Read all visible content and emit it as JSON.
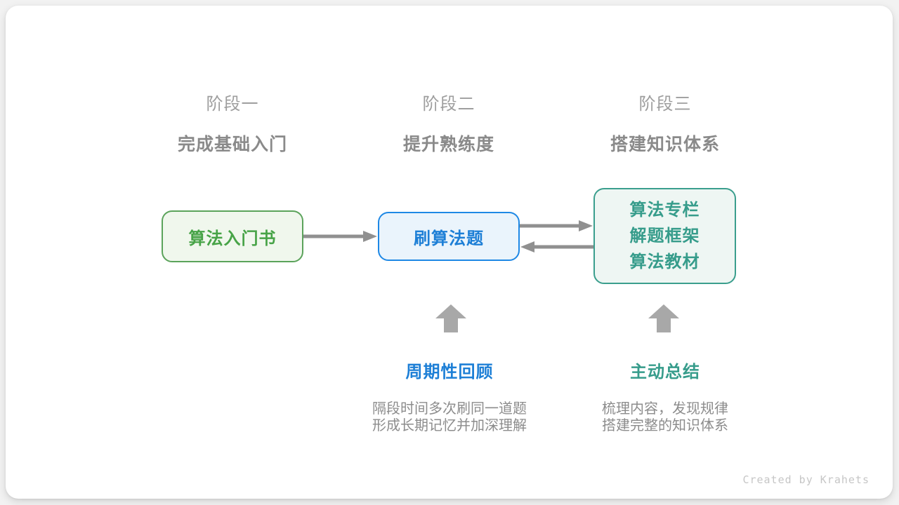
{
  "stages": [
    {
      "label": "阶段一",
      "subtitle": "完成基础入门"
    },
    {
      "label": "阶段二",
      "subtitle": "提升熟练度"
    },
    {
      "label": "阶段三",
      "subtitle": "搭建知识体系"
    }
  ],
  "nodes": [
    {
      "id": "intro-book",
      "color": "green",
      "lines": [
        "算法入门书"
      ]
    },
    {
      "id": "practice-problems",
      "color": "blue",
      "lines": [
        "刷算法题"
      ]
    },
    {
      "id": "knowledge-resources",
      "color": "teal",
      "lines": [
        "算法专栏",
        "解题框架",
        "算法教材"
      ]
    }
  ],
  "arrows": [
    {
      "id": "arrow-stage1-to-stage2",
      "direction": "right"
    },
    {
      "id": "arrow-stage2-to-stage3",
      "direction": "right"
    },
    {
      "id": "arrow-stage3-to-stage2",
      "direction": "left"
    },
    {
      "id": "up-arrow-periodic-review",
      "direction": "up"
    },
    {
      "id": "up-arrow-active-summary",
      "direction": "up"
    }
  ],
  "annotations": [
    {
      "title": "周期性回顾",
      "desc_line1": "隔段时间多次刷同一道题",
      "desc_line2": "形成长期记忆并加深理解",
      "accent": "#1d7fd6"
    },
    {
      "title": "主动总结",
      "desc_line1": "梳理内容，发现规律",
      "desc_line2": "搭建完整的知识体系",
      "accent": "#369c8b"
    }
  ],
  "footer": "Created by Krahets",
  "colors": {
    "page-bg": "#f2f2f2",
    "card-bg": "#ffffff",
    "stage-label": "#9e9e9e",
    "stage-subtitle": "#8a8a8a",
    "green-border": "#5ba35b",
    "green-fill": "#f0f7ed",
    "green-text": "#47a347",
    "blue-border": "#1e88e5",
    "blue-fill": "#eaf4fc",
    "blue-text": "#1d7fd6",
    "teal-border": "#3a9e8d",
    "teal-fill": "#eef6f3",
    "teal-text": "#369c8b",
    "arrow": "#909090",
    "up-arrow": "#a8a8a8",
    "desc-text": "#8c8c8c",
    "footer-text": "#c6c6c6"
  }
}
